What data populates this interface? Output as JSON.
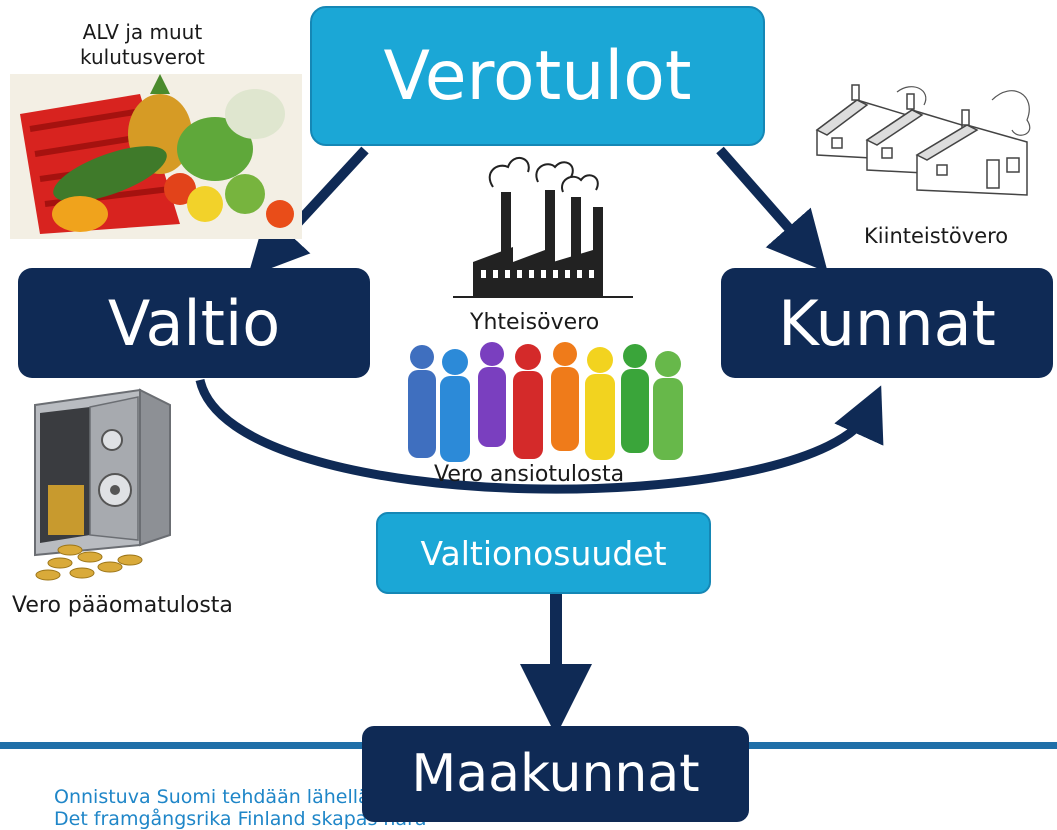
{
  "nodes": {
    "verotulot": "Verotulot",
    "valtio": "Valtio",
    "kunnat": "Kunnat",
    "valtionosuudet": "Valtionosuudet",
    "maakunnat": "Maakunnat"
  },
  "labels": {
    "alv": "ALV ja muut\nkulutusverot",
    "kiinteistovero": "Kiinteistövero",
    "yhteisovero": "Yhteisövero",
    "vero_ansiotulosta": "Vero ansiotulosta",
    "vero_paaomatulosta": "Vero pääomatulosta"
  },
  "footer": {
    "line1": "Onnistuva Suomi tehdään lähellä",
    "line2": "Det framgångsrika Finland skapas nära"
  },
  "colors": {
    "light_box": "#1ba7d6",
    "dark_box": "#0f2a55",
    "footer_text": "#1f86c8"
  }
}
